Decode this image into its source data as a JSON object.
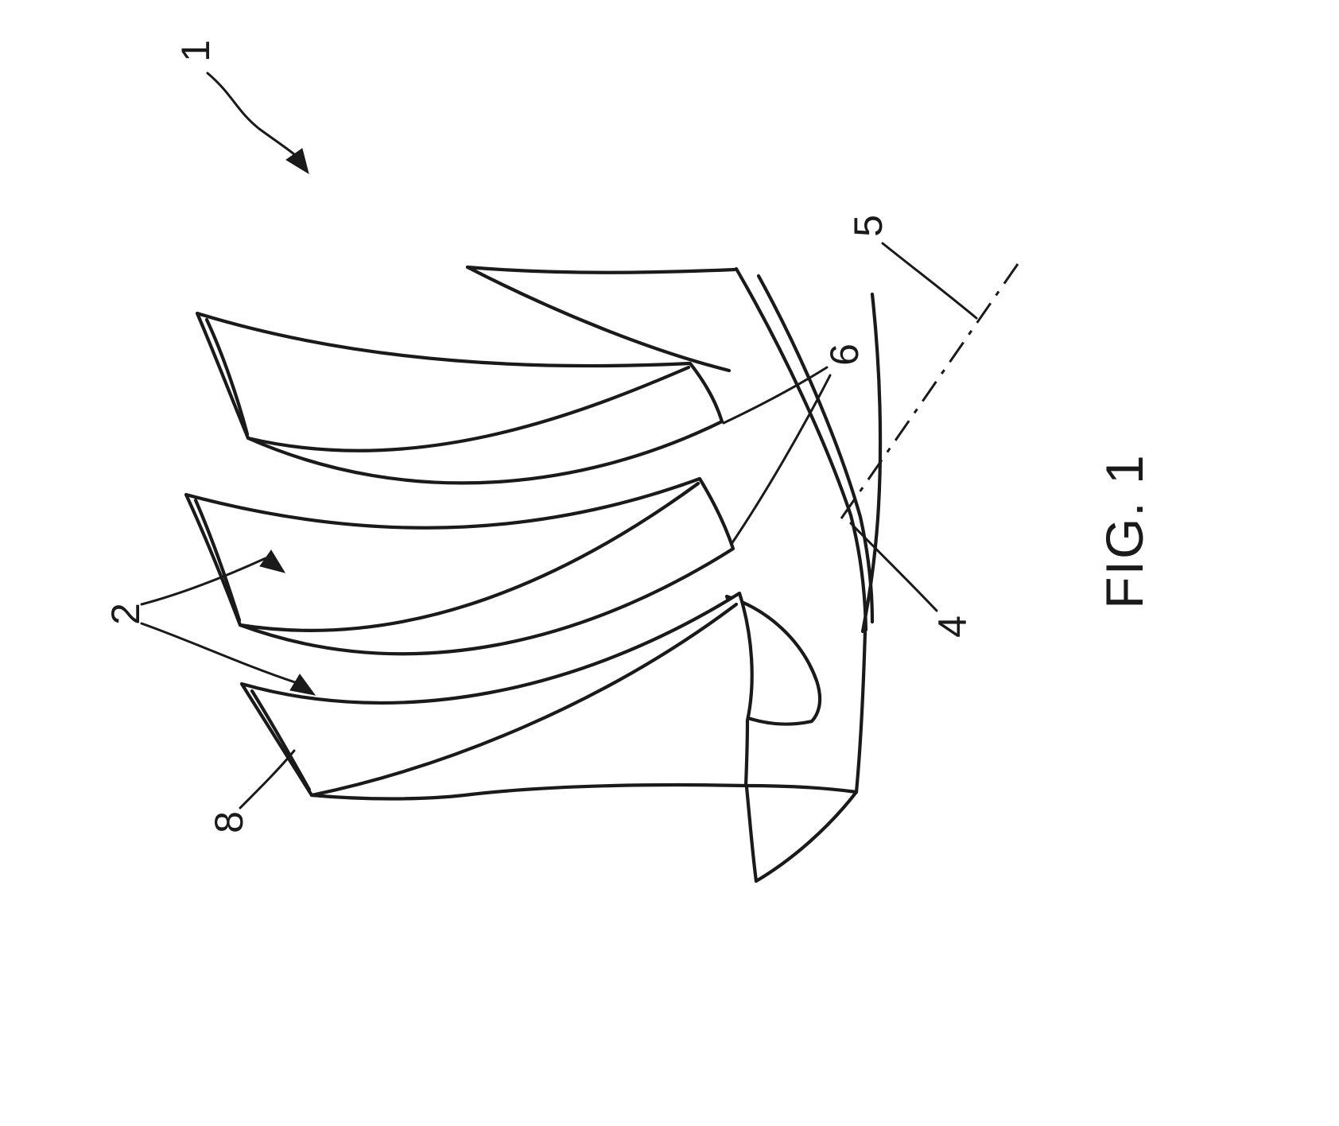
{
  "figure": {
    "caption": "FIG. 1",
    "reference_labels": [
      {
        "text": "1",
        "refers": "assembly-arrow"
      },
      {
        "text": "2",
        "refers": "blades"
      },
      {
        "text": "4",
        "refers": "hub-rim"
      },
      {
        "text": "5",
        "refers": "centerline-axis"
      },
      {
        "text": "6",
        "refers": "blade-roots"
      },
      {
        "text": "8",
        "refers": "blade-tip-edge"
      }
    ]
  },
  "colors": {
    "ink": "#1a1a1a",
    "paper": "#ffffff"
  }
}
